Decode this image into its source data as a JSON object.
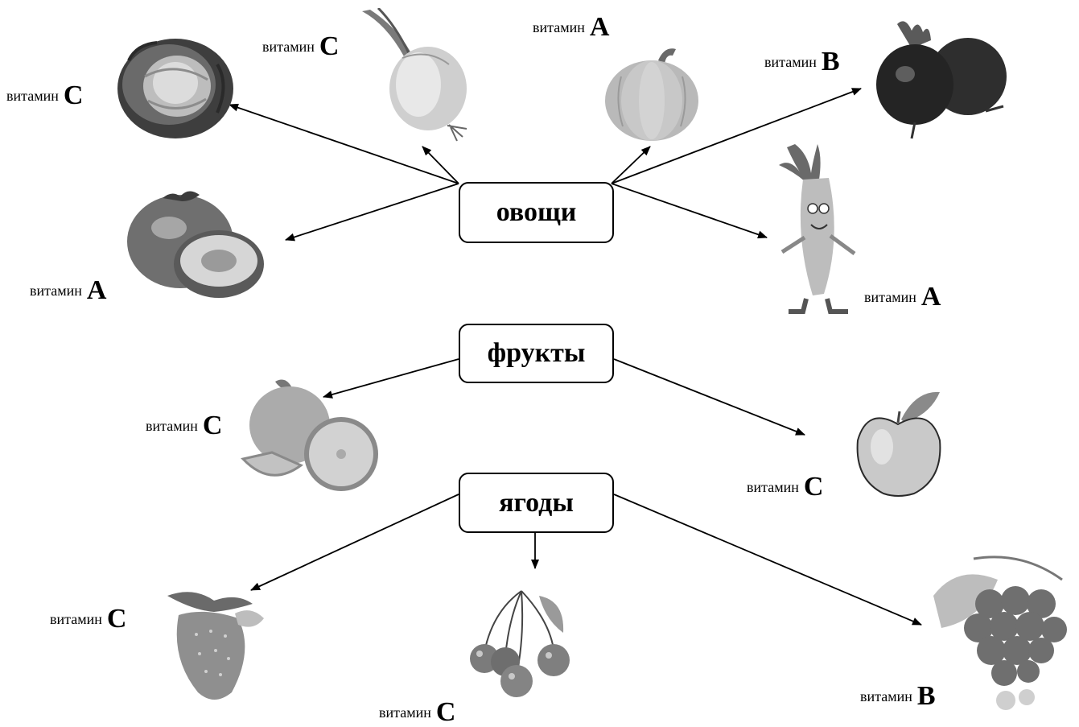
{
  "categories": {
    "vegetables": "овощи",
    "fruits": "фрукты",
    "berries": "ягоды"
  },
  "vitamin_word": "витамин",
  "items": {
    "cabbage": {
      "letter": "C",
      "icon": "cabbage-icon"
    },
    "onion": {
      "letter": "C",
      "icon": "onion-icon"
    },
    "pumpkin": {
      "letter": "A",
      "icon": "pumpkin-icon"
    },
    "beet": {
      "letter": "B",
      "icon": "beet-icon"
    },
    "tomato": {
      "letter": "A",
      "icon": "tomato-icon"
    },
    "carrot": {
      "letter": "A",
      "icon": "carrot-icon"
    },
    "orange": {
      "letter": "C",
      "icon": "orange-icon"
    },
    "apple": {
      "letter": "C",
      "icon": "apple-icon"
    },
    "strawberry": {
      "letter": "C",
      "icon": "strawberry-icon"
    },
    "cherry": {
      "letter": "C",
      "icon": "cherry-icon"
    },
    "grapes": {
      "letter": "B",
      "icon": "grapes-icon"
    }
  }
}
